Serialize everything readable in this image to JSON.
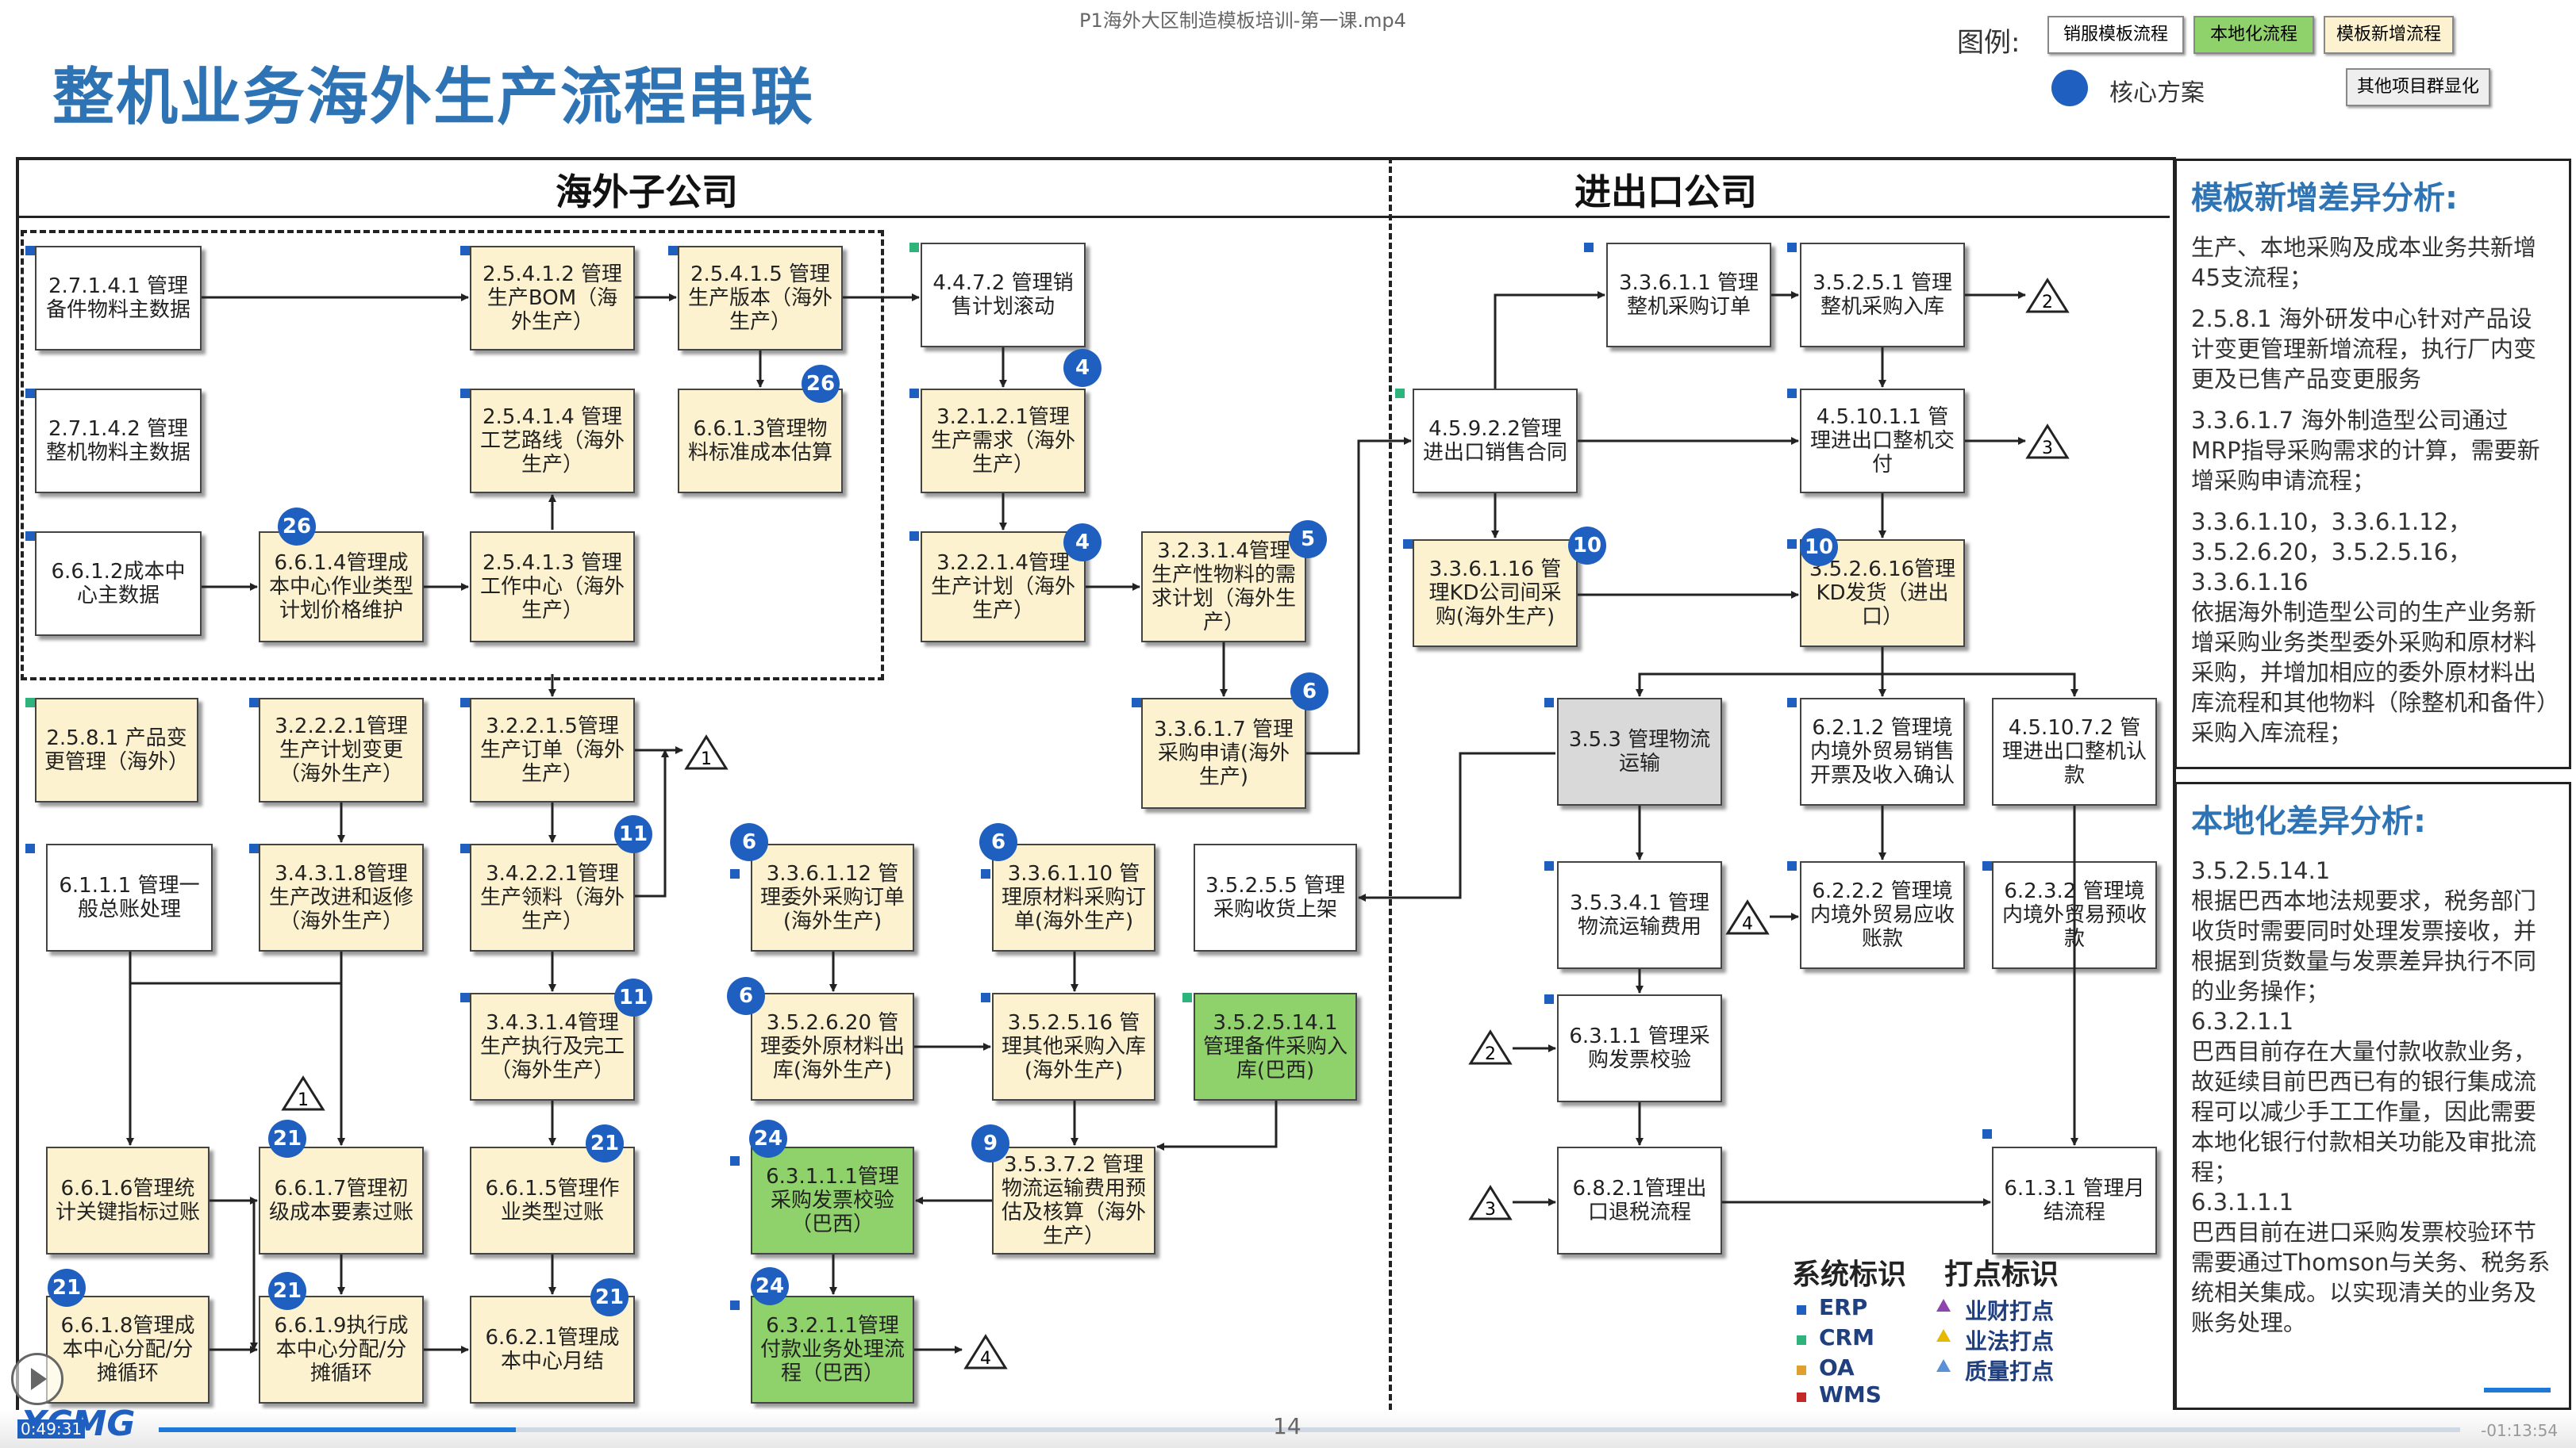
{
  "video_title": "P1海外大区制造模板培训-第一课.mp4",
  "title": "整机业务海外生产流程串联",
  "legend": {
    "label": "图例:",
    "buttons": [
      {
        "label": "销服模板流程",
        "color": "#ffffff"
      },
      {
        "label": "本地化流程",
        "color": "#8fd16b"
      },
      {
        "label": "模板新增流程",
        "color": "#fdf2cf"
      }
    ],
    "core_label": "核心方案",
    "other_button": "其他项目群显化"
  },
  "sections": {
    "left": "海外子公司",
    "right": "进出口公司"
  },
  "nodes": {
    "n1": "2.7.1.4.1 管理备件物料主数据",
    "n2": "2.5.4.1.2 管理生产BOM（海外生产）",
    "n3": "2.5.4.1.5 管理生产版本（海外生产）",
    "n4": "4.4.7.2 管理销售计划滚动",
    "n5": "2.7.1.4.2 管理整机物料主数据",
    "n6": "2.5.4.1.4 管理工艺路线（海外生产）",
    "n7": "6.6.1.3管理物料标准成本估算",
    "n8": "3.2.1.2.1管理生产需求（海外生产）",
    "n9": "6.6.1.2成本中心主数据",
    "n10": "6.6.1.4管理成本中心作业类型计划价格维护",
    "n11": "2.5.4.1.3 管理工作中心（海外生产）",
    "n12": "3.2.2.1.4管理生产计划（海外生产）",
    "n13": "3.2.3.1.4管理生产性物料的需求计划（海外生产）",
    "n14": "2.5.8.1 产品变更管理（海外）",
    "n15": "3.2.2.2.1管理生产计划变更（海外生产）",
    "n16": "3.2.2.1.5管理生产订单（海外生产）",
    "n17": "3.3.6.1.7 管理采购申请(海外生产)",
    "n18": "6.1.1.1 管理一般总账处理",
    "n19": "3.4.3.1.8管理生产改进和返修（海外生产）",
    "n20": "3.4.2.2.1管理生产领料（海外生产）",
    "n21": "3.3.6.1.12 管理委外采购订单(海外生产)",
    "n22": "3.3.6.1.10 管理原材料采购订单(海外生产)",
    "n23": "3.5.2.5.5 管理采购收货上架",
    "n24": "3.4.3.1.4管理生产执行及完工（海外生产）",
    "n25": "3.5.2.6.20 管理委外原材料出库(海外生产)",
    "n26": "3.5.2.5.16 管理其他采购入库(海外生产)",
    "n27": "3.5.2.5.14.1 管理备件采购入库(巴西)",
    "n28": "6.6.1.6管理统计关键指标过账",
    "n29": "6.6.1.7管理初级成本要素过账",
    "n30": "6.6.1.5管理作业类型过账",
    "n31": "6.3.1.1.1管理采购发票校验（巴西）",
    "n32": "3.5.3.7.2 管理物流运输费用预估及核算（海外生产）",
    "n33": "6.6.1.8管理成本中心分配/分摊循环",
    "n34": "6.6.1.9执行成本中心分配/分摊循环",
    "n35": "6.6.2.1管理成本中心月结",
    "n36": "6.3.2.1.1管理付款业务处理流程（巴西）",
    "r1": "3.3.6.1.1 管理整机采购订单",
    "r2": "3.5.2.5.1 管理整机采购入库",
    "r3": "4.5.9.2.2管理进出口销售合同",
    "r4": "4.5.10.1.1 管理进出口整机交付",
    "r5": "3.3.6.1.16 管理KD公司间采购(海外生产)",
    "r6": "3.5.2.6.16管理KD发货（进出口）",
    "r7": "3.5.3 管理物流运输",
    "r8": "6.2.1.2 管理境内境外贸易销售开票及收入确认",
    "r9": "4.5.10.7.2 管理进出口整机认款",
    "r10": "3.5.3.4.1 管理物流运输费用",
    "r11": "6.2.2.2 管理境内境外贸易应收账款",
    "r12": "6.2.3.2 管理境内境外贸易预收款",
    "r13": "6.3.1.1 管理采购发票校验",
    "r14": "6.8.2.1管理出口退税流程",
    "r15": "6.1.3.1 管理月结流程"
  },
  "badges": {
    "b_n7": "26",
    "b_n8": "4",
    "b_n10": "26",
    "b_n12": "4",
    "b_n13": "5",
    "b_n17": "6",
    "b_n20": "11",
    "b_n21": "6",
    "b_n22": "6",
    "b_n24": "11",
    "b_n25": "6",
    "b_n29": "21",
    "b_n30": "21",
    "b_n31": "24",
    "b_n32": "9",
    "b_n33": "21",
    "b_n34": "21",
    "b_n35": "21",
    "b_n36": "24",
    "b_r5": "10",
    "b_r6": "10"
  },
  "connectors": {
    "t_r1": "2",
    "t_r4": "3",
    "t_n16": "1",
    "t_n24": "1",
    "t_r11": "4",
    "t_r13": "2",
    "t_r14": "3",
    "t_n36": "4"
  },
  "panel_template": {
    "title": "模板新增差异分析:",
    "paragraphs": [
      "生产、本地采购及成本业务共新增45支流程；",
      "2.5.8.1 海外研发中心针对产品设计变更管理新增流程，执行厂内变更及已售产品变更服务",
      "3.3.6.1.7 海外制造型公司通过MRP指导采购需求的计算，需要新增采购申请流程；",
      "3.3.6.1.10，3.3.6.1.12，3.5.2.6.20，3.5.2.5.16，3.3.6.1.16",
      "依据海外制造型公司的生产业务新增采购业务类型委外采购和原材料采购，并增加相应的委外原材料出库流程和其他物料（除整机和备件）采购入库流程；"
    ]
  },
  "panel_local": {
    "title": "本地化差异分析:",
    "paragraphs": [
      "3.5.2.5.14.1",
      "根据巴西本地法规要求，税务部门收货时需要同时处理发票接收，并根据到货数量与发票差异执行不同的业务操作；",
      "6.3.2.1.1",
      "巴西目前存在大量付款收款业务，故延续目前巴西已有的银行集成流程可以减少手工工作量，因此需要本地化银行付款相关功能及审批流程；",
      "6.3.1.1.1",
      "巴西目前在进口采购发票校验环节需要通过Thomson与关务、税务系统相关集成。以实现清关的业务及账务处理。"
    ]
  },
  "system_legend": {
    "title": "系统标识",
    "items": [
      {
        "label": "ERP",
        "color": "#1f5fbf"
      },
      {
        "label": "CRM",
        "color": "#2db37b"
      },
      {
        "label": "OA",
        "color": "#e0a030"
      },
      {
        "label": "WMS",
        "color": "#c62828"
      }
    ]
  },
  "point_legend": {
    "title": "打点标识",
    "items": [
      {
        "label": "业财打点",
        "color": "#8e44ad"
      },
      {
        "label": "业法打点",
        "color": "#e6b800"
      },
      {
        "label": "质量打点",
        "color": "#5b8fd6"
      }
    ]
  },
  "player": {
    "logo": "XCMG",
    "page": "14",
    "time_left": "0:49:31",
    "time_right": "-01:13:54",
    "progress": 0.155
  }
}
